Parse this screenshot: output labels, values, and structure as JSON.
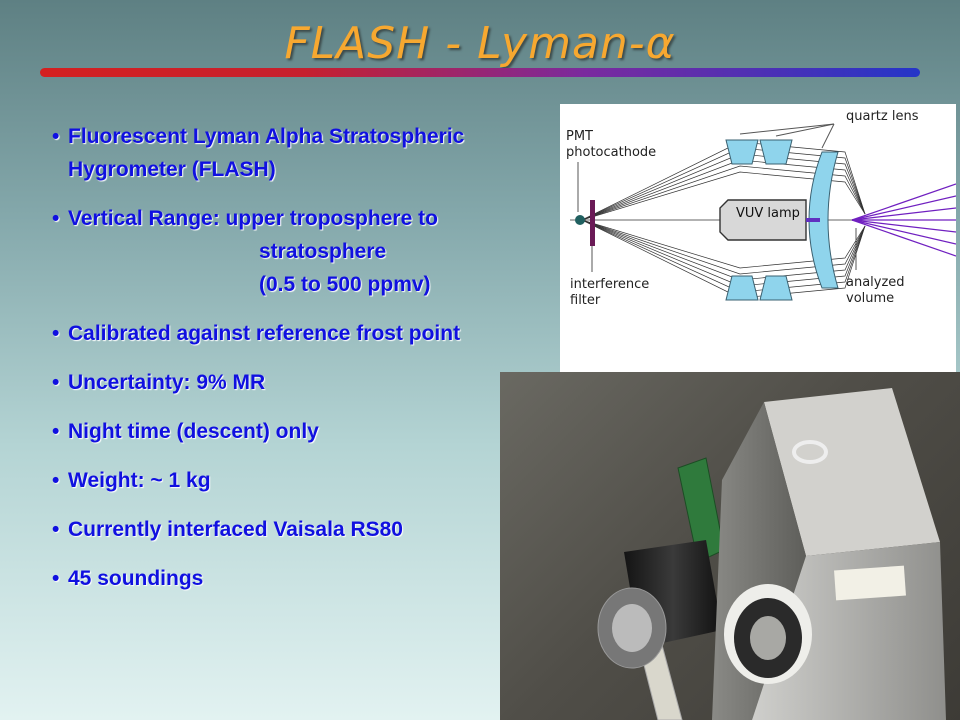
{
  "title": "FLASH - Lyman-α",
  "bullets": [
    {
      "line1": "Fluorescent Lyman Alpha Stratospheric",
      "line2": "Hygrometer (FLASH)"
    },
    {
      "line1": "Vertical Range: upper troposphere to",
      "line2": "stratosphere",
      "line3": "(0.5 to 500 ppmv)"
    },
    {
      "line1": "Calibrated against reference frost point"
    },
    {
      "line1": "Uncertainty: 9% MR"
    },
    {
      "line1": "Night time (descent) only"
    },
    {
      "line1": "Weight: ~ 1 kg"
    },
    {
      "line1": "Currently interfaced Vaisala RS80"
    },
    {
      "line1": "45 soundings"
    }
  ],
  "diagram": {
    "labels": {
      "quartz_lens": "quartz lens",
      "pmt_line1": "PMT",
      "pmt_line2": "photocathode",
      "vuv_lamp": "VUV lamp",
      "interference_line1": "interference",
      "interference_line2": "filter",
      "analyzed_line1": "analyzed",
      "analyzed_line2": "volume"
    }
  },
  "colors": {
    "title": "#f7a830",
    "bullet_text": "#1010e0",
    "underline_start": "#d42020",
    "underline_end": "#2535c8",
    "lens": "#8fd4ec",
    "rays": "#7020c0"
  }
}
